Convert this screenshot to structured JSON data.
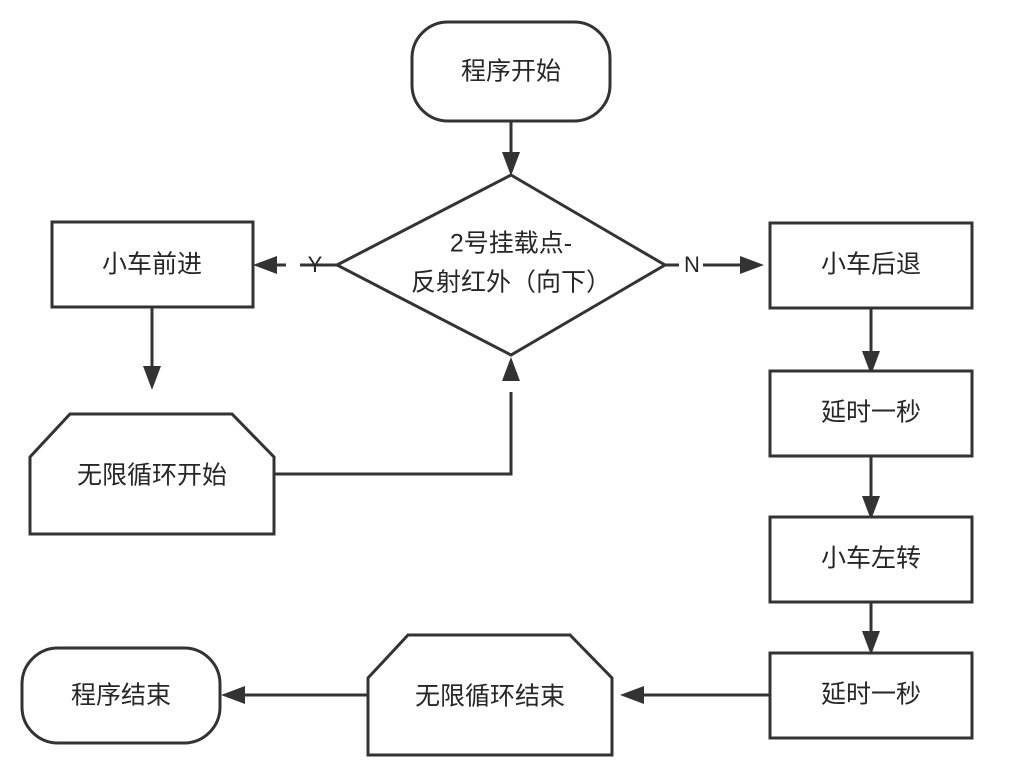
{
  "diagram": {
    "type": "flowchart",
    "title": "",
    "orientation": "top-down",
    "background_color": "#ffffff",
    "line_color": "#333333",
    "text_color": "#262626",
    "nodes": [
      {
        "id": "start",
        "shape": "stadium",
        "label": "程序开始",
        "label_lines": [
          "程序开始"
        ]
      },
      {
        "id": "decision",
        "shape": "diamond",
        "label": "2号挂载点-反射红外（向下）",
        "label_lines": [
          "2号挂载点-",
          "反射红外（向下）"
        ]
      },
      {
        "id": "forward",
        "shape": "rectangle",
        "label": "小车前进",
        "label_lines": [
          "小车前进"
        ]
      },
      {
        "id": "loop-start",
        "shape": "loop-limit",
        "label": "无限循环开始",
        "label_lines": [
          "无限循环开始"
        ]
      },
      {
        "id": "backward",
        "shape": "rectangle",
        "label": "小车后退",
        "label_lines": [
          "小车后退"
        ]
      },
      {
        "id": "delay-1",
        "shape": "rectangle",
        "label": "延时一秒",
        "label_lines": [
          "延时一秒"
        ]
      },
      {
        "id": "turn-left",
        "shape": "rectangle",
        "label": "小车左转",
        "label_lines": [
          "小车左转"
        ]
      },
      {
        "id": "delay-2",
        "shape": "rectangle",
        "label": "延时一秒",
        "label_lines": [
          "延时一秒"
        ]
      },
      {
        "id": "loop-end",
        "shape": "loop-limit",
        "label": "无限循环结束",
        "label_lines": [
          "无限循环结束"
        ]
      },
      {
        "id": "end",
        "shape": "stadium",
        "label": "程序结束",
        "label_lines": [
          "程序结束"
        ]
      }
    ],
    "edges": [
      {
        "id": "e-start-decision",
        "from": "start",
        "to": "decision",
        "label": ""
      },
      {
        "id": "e-decision-forward",
        "from": "decision",
        "to": "forward",
        "label": "Y"
      },
      {
        "id": "e-decision-backward",
        "from": "decision",
        "to": "backward",
        "label": "N"
      },
      {
        "id": "e-forward-loopstart",
        "from": "forward",
        "to": "loop-start",
        "label": ""
      },
      {
        "id": "e-loopstart-decision",
        "from": "loop-start",
        "to": "decision",
        "label": ""
      },
      {
        "id": "e-backward-delay1",
        "from": "backward",
        "to": "delay-1",
        "label": ""
      },
      {
        "id": "e-delay1-turnleft",
        "from": "delay-1",
        "to": "turn-left",
        "label": ""
      },
      {
        "id": "e-turnleft-delay2",
        "from": "turn-left",
        "to": "delay-2",
        "label": ""
      },
      {
        "id": "e-delay2-loopend",
        "from": "delay-2",
        "to": "loop-end",
        "label": ""
      },
      {
        "id": "e-loopend-end",
        "from": "loop-end",
        "to": "end",
        "label": ""
      }
    ]
  }
}
